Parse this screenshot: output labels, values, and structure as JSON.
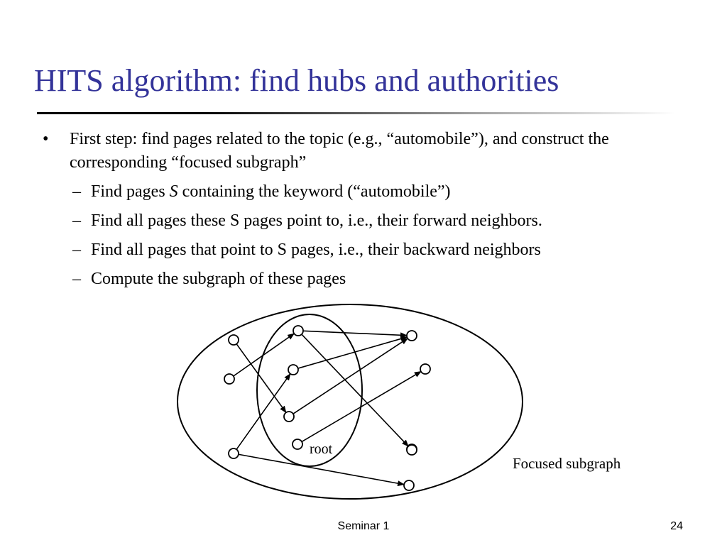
{
  "slide": {
    "title": "HITS algorithm: find hubs and authorities",
    "bullets": [
      {
        "marker": "•",
        "text": "First step: find pages related to the topic (e.g., “automobile”), and construct the corresponding “focused subgraph”",
        "sub_marker": "–",
        "sub_items": [
          {
            "before": "Find pages ",
            "emphasis": "S",
            "after": " containing the keyword (“automobile”)"
          },
          {
            "text": "Find all pages these S pages point to, i.e., their forward neighbors."
          },
          {
            "text": "Find all pages that point to S pages, i.e., their backward neighbors"
          },
          {
            "text": "Compute the subgraph of these pages"
          }
        ]
      }
    ]
  },
  "diagram": {
    "root_label": "root",
    "subgraph_label": "Focused subgraph",
    "nodes": [
      {
        "id": "a"
      },
      {
        "id": "b"
      },
      {
        "id": "c"
      },
      {
        "id": "d"
      },
      {
        "id": "e"
      },
      {
        "id": "f"
      },
      {
        "id": "g"
      },
      {
        "id": "h"
      },
      {
        "id": "i"
      },
      {
        "id": "j"
      },
      {
        "id": "k"
      },
      {
        "id": "l"
      }
    ],
    "edges": [
      {
        "from": "b",
        "to": "c"
      },
      {
        "from": "e",
        "to": "c"
      },
      {
        "from": "a",
        "to": "g"
      },
      {
        "from": "d",
        "to": "b"
      },
      {
        "from": "b",
        "to": "k"
      },
      {
        "from": "g",
        "to": "c"
      },
      {
        "from": "h",
        "to": "f"
      },
      {
        "from": "j",
        "to": "e"
      },
      {
        "from": "j",
        "to": "l"
      }
    ]
  },
  "footer": {
    "center_text": "Seminar 1",
    "page_number": "24"
  }
}
